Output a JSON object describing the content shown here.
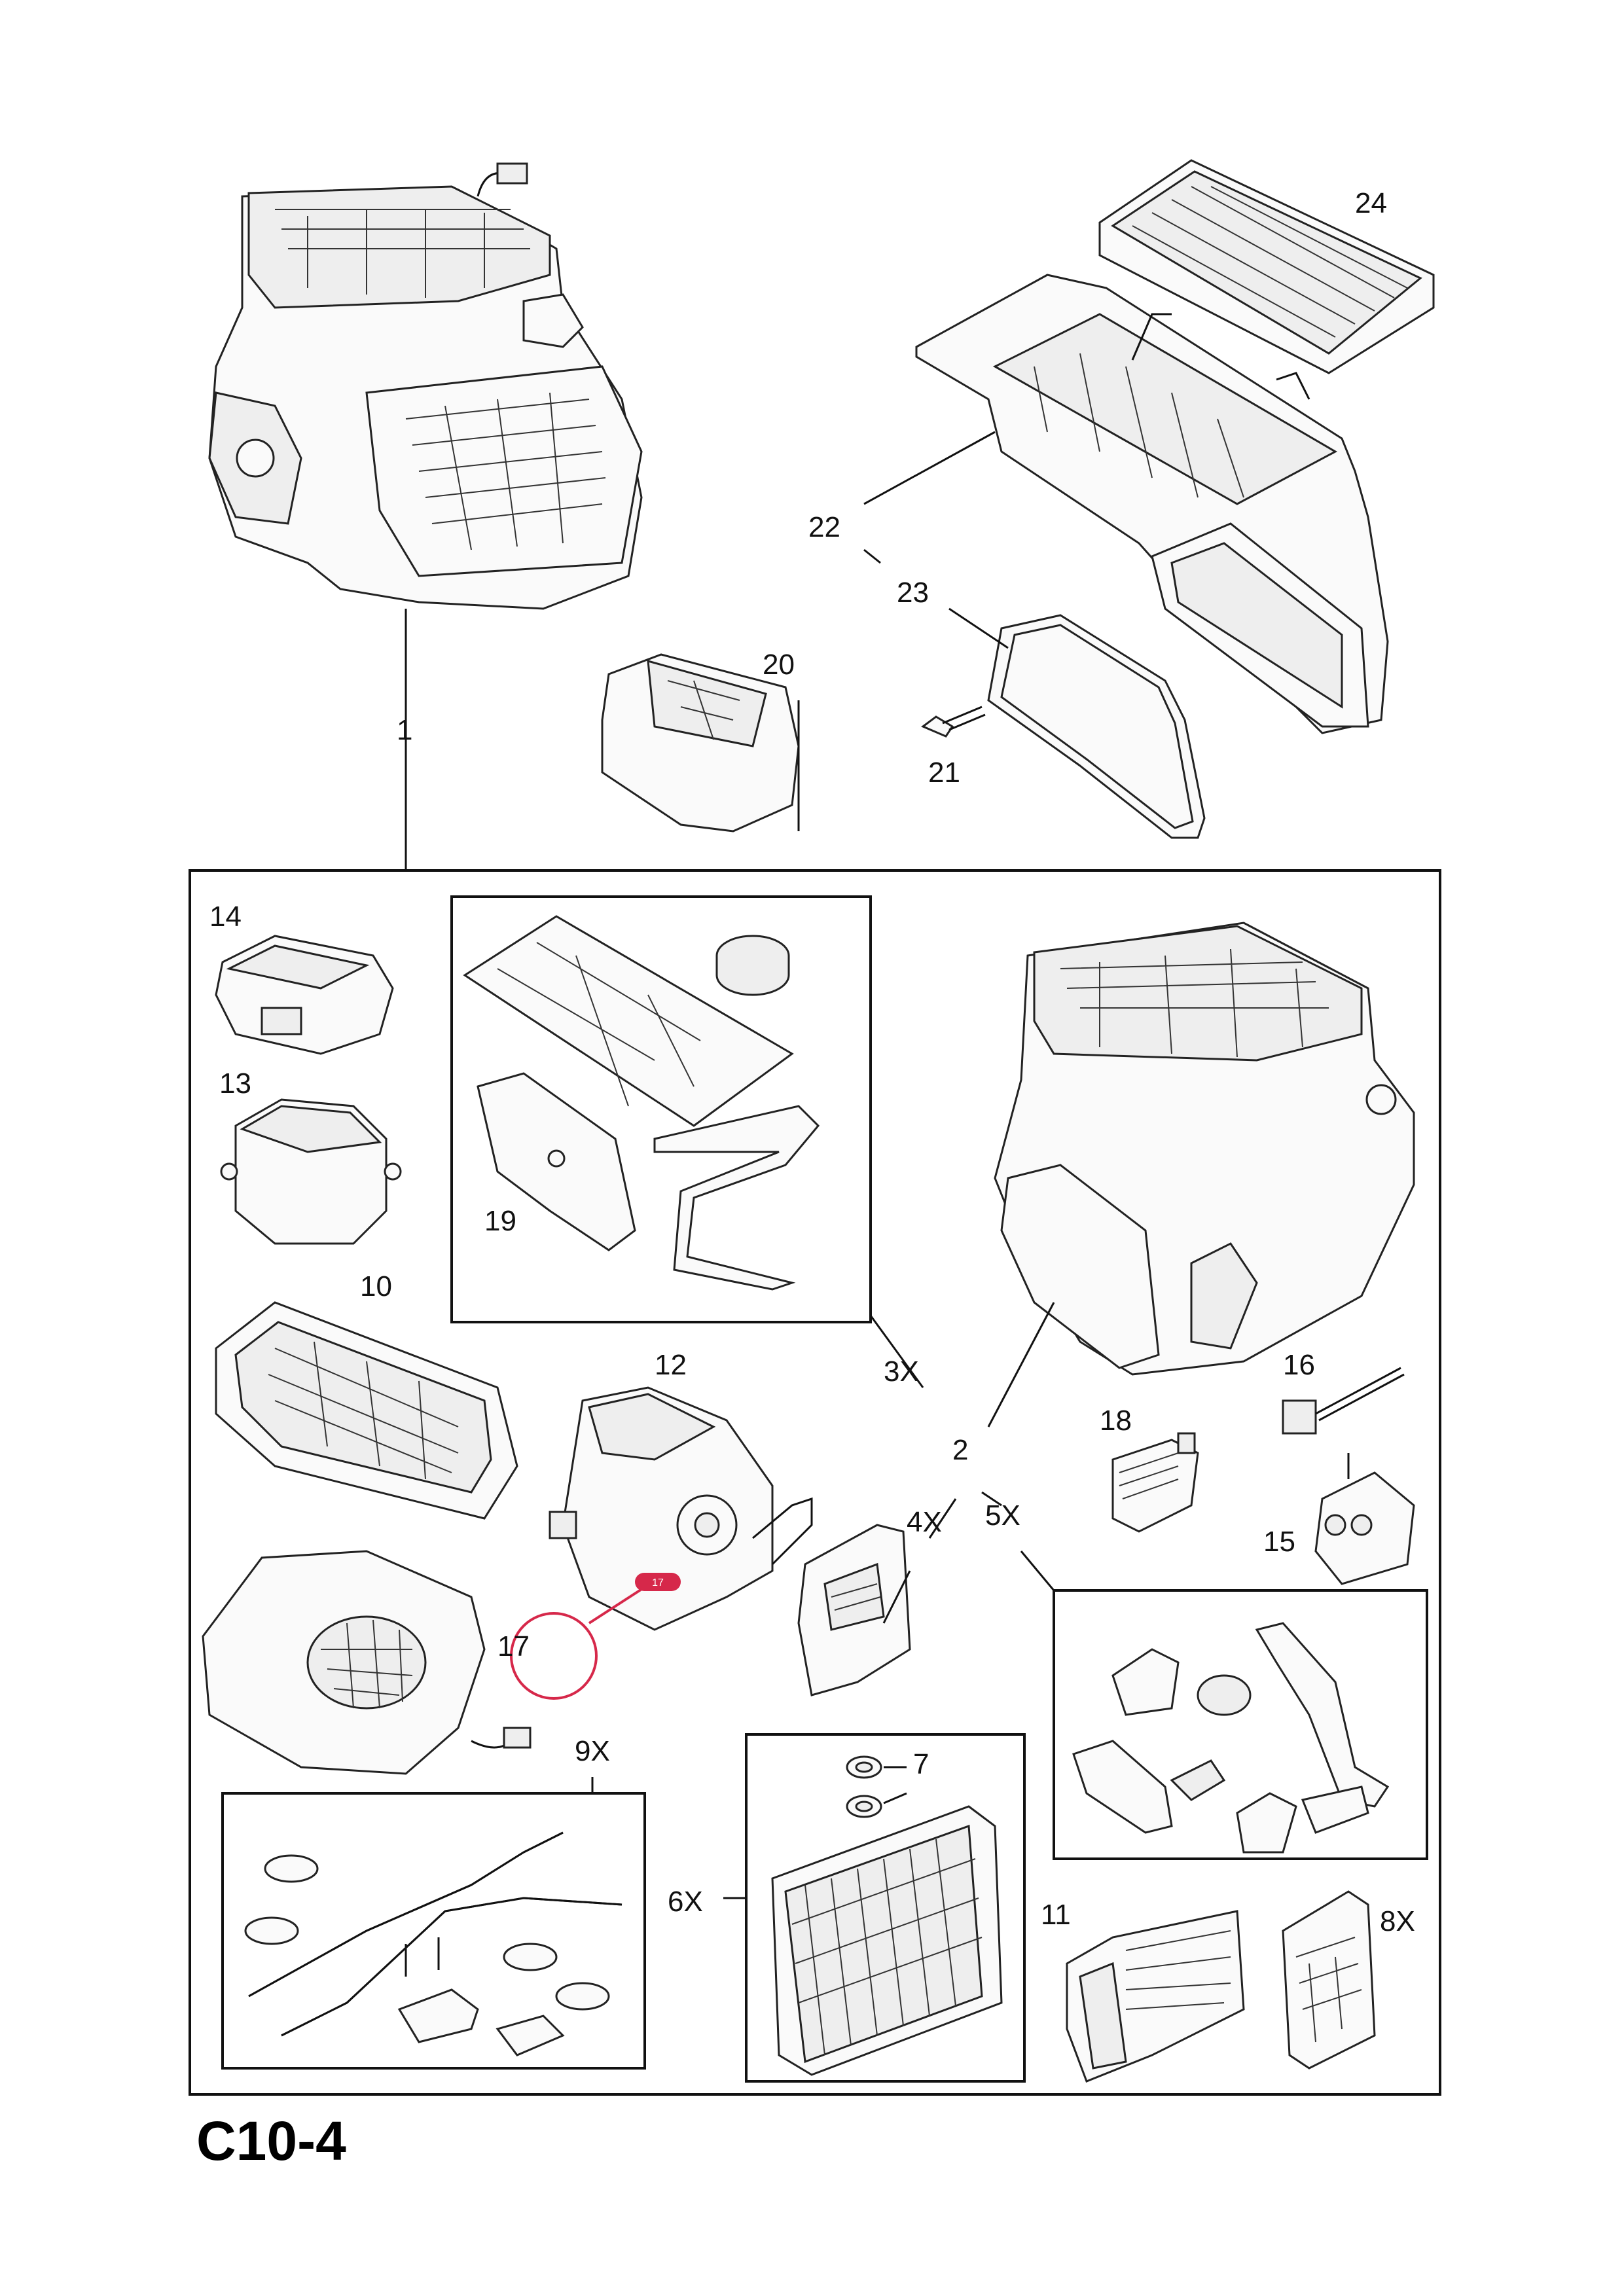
{
  "diagram": {
    "page_code": "C10-4",
    "labels": [
      {
        "id": "1",
        "text": "1"
      },
      {
        "id": "2",
        "text": "2"
      },
      {
        "id": "3X",
        "text": "3X"
      },
      {
        "id": "4X",
        "text": "4X"
      },
      {
        "id": "5X",
        "text": "5X"
      },
      {
        "id": "6X",
        "text": "6X"
      },
      {
        "id": "7",
        "text": "7"
      },
      {
        "id": "8X",
        "text": "8X"
      },
      {
        "id": "9X",
        "text": "9X"
      },
      {
        "id": "10",
        "text": "10"
      },
      {
        "id": "11",
        "text": "11"
      },
      {
        "id": "12",
        "text": "12"
      },
      {
        "id": "13",
        "text": "13"
      },
      {
        "id": "14",
        "text": "14"
      },
      {
        "id": "15",
        "text": "15"
      },
      {
        "id": "16",
        "text": "16"
      },
      {
        "id": "17",
        "text": "17"
      },
      {
        "id": "18",
        "text": "18"
      },
      {
        "id": "19",
        "text": "19"
      },
      {
        "id": "20",
        "text": "20"
      },
      {
        "id": "21",
        "text": "21"
      },
      {
        "id": "22",
        "text": "22"
      },
      {
        "id": "23",
        "text": "23"
      },
      {
        "id": "24",
        "text": "24"
      }
    ],
    "highlight": {
      "badge_text": "17",
      "color": "#d6284a"
    }
  }
}
